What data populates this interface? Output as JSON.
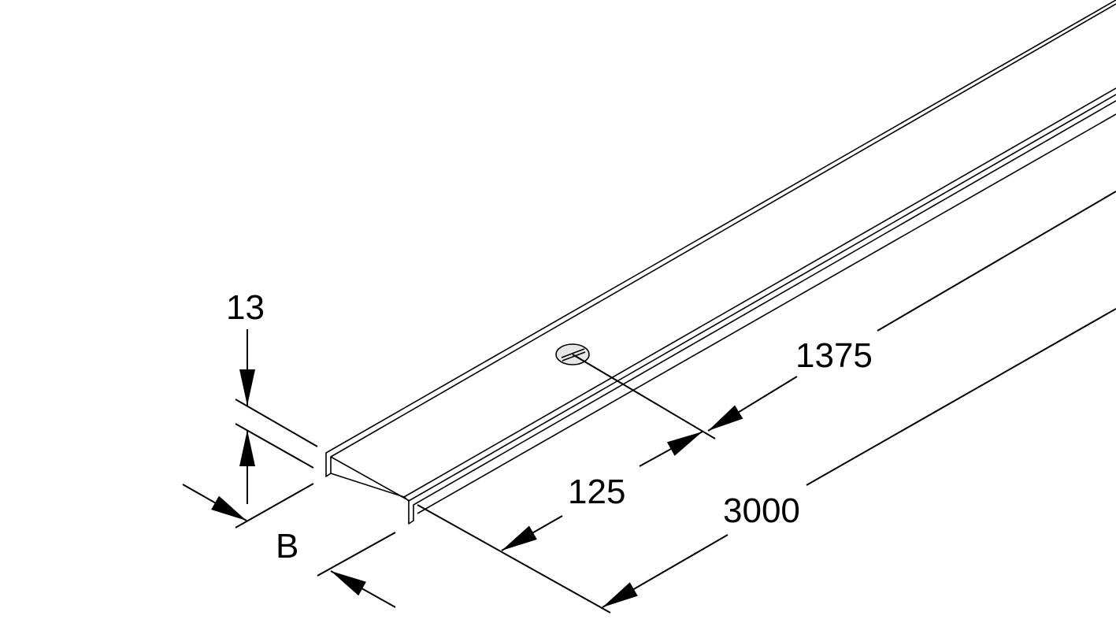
{
  "dimensions": {
    "height": "13",
    "width": "B",
    "hole_spacing": "1375",
    "hole_offset": "125",
    "length": "3000"
  },
  "colors": {
    "line": "#000000",
    "background": "#ffffff",
    "hole_fill": "#e6e6e6"
  }
}
